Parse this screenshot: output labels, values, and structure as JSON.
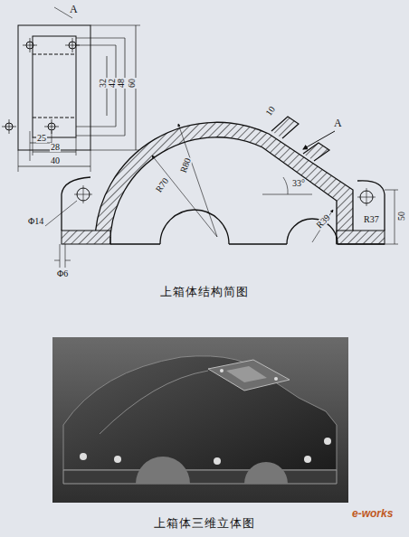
{
  "diagram": {
    "labels": [
      "A",
      "32",
      "42",
      "48",
      "60",
      "25",
      "28",
      "40",
      "10",
      "A",
      "R70",
      "R80",
      "33°",
      "R39",
      "R37",
      "50",
      "Φ14",
      "Φ6",
      "上箱体结构简图",
      "上箱体三维立体图",
      "e-works"
    ]
  }
}
